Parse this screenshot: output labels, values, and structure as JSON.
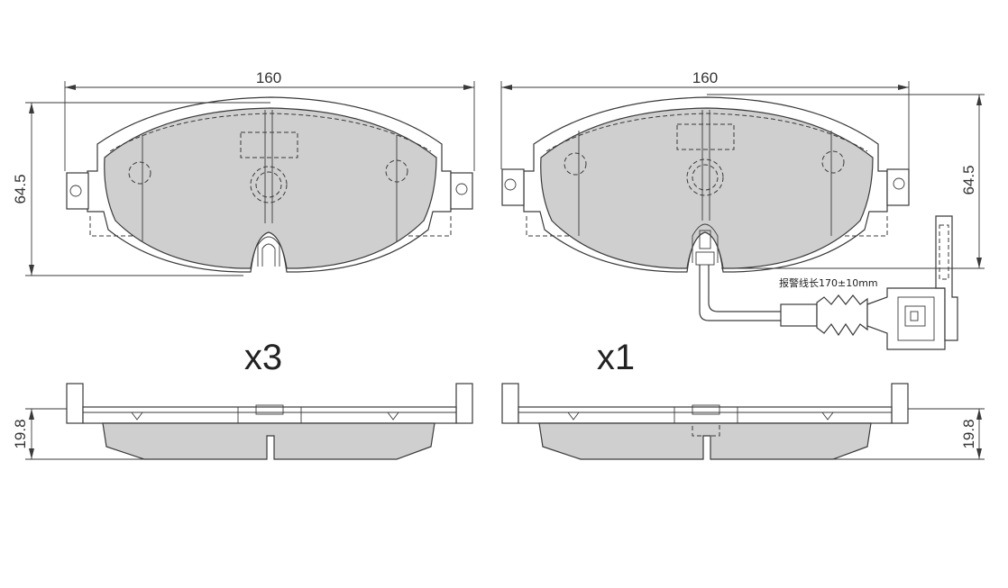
{
  "dimensions": {
    "width_left": "160",
    "width_right": "160",
    "height_left": "64.5",
    "height_right": "64.5",
    "thickness_left": "19.8",
    "thickness_right": "19.8"
  },
  "quantities": {
    "left": "x3",
    "right": "x1"
  },
  "sensor": {
    "wire_label": "报警线长170±10mm"
  },
  "colors": {
    "friction_material": "#cfcfcf",
    "line": "#3a3a3a"
  }
}
